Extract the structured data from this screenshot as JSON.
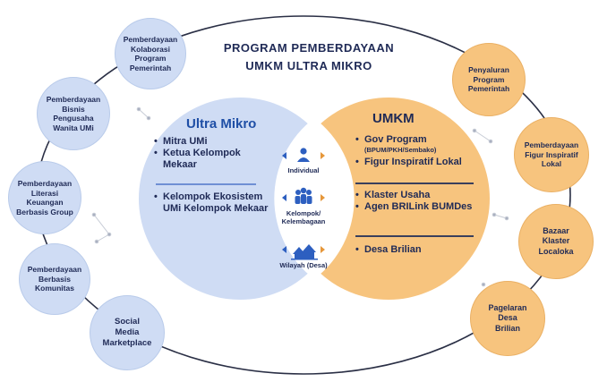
{
  "title": {
    "line1": "PROGRAM PEMBERDAYAAN",
    "line2": "UMKM ULTRA MIKRO"
  },
  "ultra_mikro": {
    "heading": "Ultra Mikro",
    "items_a": [
      "Mitra UMi",
      "Ketua Kelompok Mekaar"
    ],
    "items_b": [
      "Kelompok Ekosistem UMi Kelompok Mekaar"
    ]
  },
  "umkm": {
    "heading": "UMKM",
    "gov_program": "Gov Program",
    "gov_program_sub": "(BPUM/PKH/Sembako)",
    "figur": "Figur Inspiratif Lokal",
    "klaster": "Klaster Usaha",
    "agen": "Agen BRILink BUMDes",
    "desa": "Desa Brilian"
  },
  "center": {
    "individual": "Individual",
    "kelompok": "Kelompok/ Kelembagaan",
    "wilayah": "Wilayah (Desa)"
  },
  "left_bubbles": [
    [
      "Pemberdayaan",
      "Kolaborasi",
      "Program",
      "Pemerintah"
    ],
    [
      "Pemberdayaan",
      "Bisnis",
      "Pengusaha",
      "Wanita UMi"
    ],
    [
      "Pemberdayaan",
      "Literasi",
      "Keuangan",
      "Berbasis Group"
    ],
    [
      "Pemberdayaan",
      "Berbasis",
      "Komunitas"
    ],
    [
      "Social",
      "Media",
      "Marketplace"
    ]
  ],
  "right_bubbles": [
    [
      "Penyaluran",
      "Program",
      "Pemerintah"
    ],
    [
      "Pemberdayaan",
      "Figur Inspiratif",
      "Lokal"
    ],
    [
      "Bazaar",
      "Klaster",
      "Localoka"
    ],
    [
      "Pagelaran",
      "Desa",
      "Brilian"
    ]
  ],
  "colors": {
    "blue_fill": "#cfdcf4",
    "orange_fill": "#f7c47e",
    "navy_text": "#1f2a56",
    "blue_heading": "#1f4fa6",
    "icon_blue": "#2d5fc0",
    "icon_orange": "#e6973a"
  }
}
